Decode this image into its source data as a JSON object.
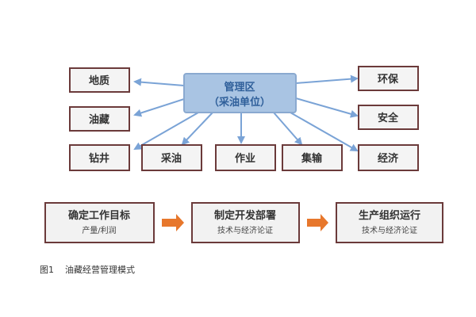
{
  "center": {
    "line1": "管理区",
    "line2": "（采油单位）"
  },
  "left_nodes": [
    "地质",
    "油藏"
  ],
  "bottom_nodes": [
    "钻井",
    "采油",
    "作业",
    "集输"
  ],
  "right_nodes": [
    "环保",
    "安全",
    "经济"
  ],
  "stages": [
    {
      "title": "确定工作目标",
      "sub": "产量/利润"
    },
    {
      "title": "制定开发部署",
      "sub": "技术与经济论证"
    },
    {
      "title": "生产组织运行",
      "sub": "技术与经济论证"
    }
  ],
  "caption": {
    "fig": "图1",
    "text": "油藏经营管理模式"
  },
  "colors": {
    "center_fill": "#a9c4e3",
    "arrow_blue": "#7aa3d6",
    "box_border": "#6b3a3a",
    "flow_arrow": "#e7772c"
  }
}
